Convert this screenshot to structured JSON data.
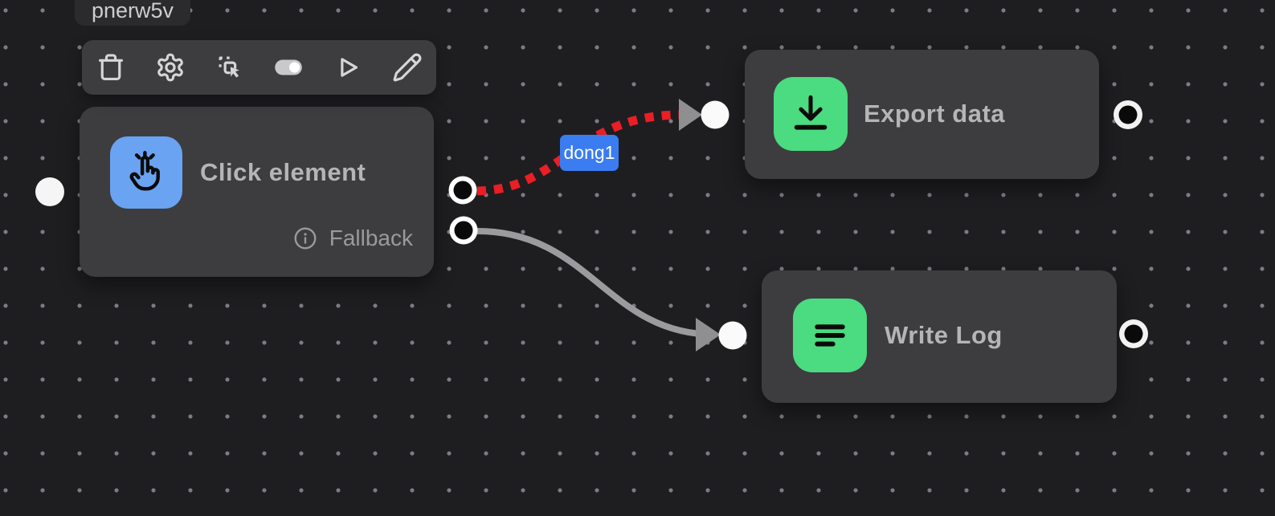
{
  "app": {
    "name": "workflow-editor-canvas"
  },
  "colors": {
    "canvas_bg": "#1e1e21",
    "grid_dot": "#7c7c84",
    "node_bg": "#3d3d3f",
    "title_text": "#b5b5b7",
    "blue_icon_bg": "#6aa3f2",
    "green_icon_bg": "#4bdb80",
    "edge_red": "#ea1e25",
    "edge_gray": "#9b9b9d",
    "edge_label_bg": "#3b7cf0"
  },
  "workflow_label": "pnerw5v",
  "toolbar": {
    "buttons": [
      {
        "name": "delete",
        "icon": "trash-icon"
      },
      {
        "name": "settings",
        "icon": "gear-icon"
      },
      {
        "name": "select-element",
        "icon": "select-element-icon"
      },
      {
        "name": "toggle-enable",
        "icon": "toggle-on-icon"
      },
      {
        "name": "run",
        "icon": "play-icon"
      },
      {
        "name": "edit",
        "icon": "pencil-icon"
      }
    ]
  },
  "nodes": [
    {
      "id": "click-element",
      "title": "Click element",
      "icon": "hand-tap-icon",
      "icon_bg": "#6aa3f2",
      "fallback": "Fallback"
    },
    {
      "id": "export-data",
      "title": "Export data",
      "icon": "download-icon",
      "icon_bg": "#4bdb80"
    },
    {
      "id": "write-log",
      "title": "Write Log",
      "icon": "align-left-icon",
      "icon_bg": "#4bdb80"
    }
  ],
  "edges": [
    {
      "id": "edge-1",
      "from": "click-element-output-1",
      "to": "export-data-input",
      "label": "dong1",
      "style": "dashed",
      "color": "#ea1e25"
    },
    {
      "id": "edge-2",
      "from": "click-element-output-2",
      "to": "write-log-input",
      "style": "solid",
      "color": "#9b9b9d"
    }
  ]
}
